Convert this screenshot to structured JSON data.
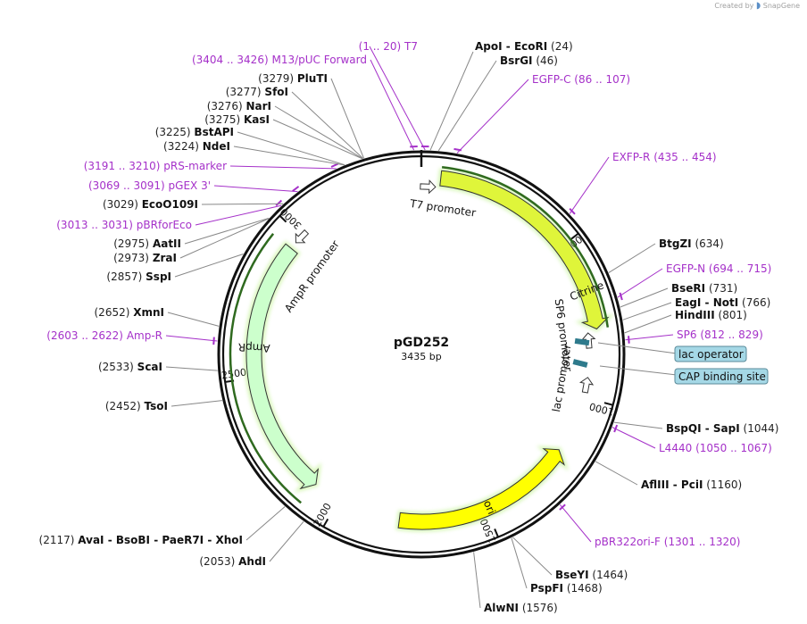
{
  "attribution": {
    "prefix": "Created by",
    "brand": "SnapGene"
  },
  "plasmid": {
    "name": "pGD252",
    "length_label": "3435 bp",
    "length": 3435
  },
  "ticks": [
    {
      "pos": 500,
      "label": "500"
    },
    {
      "pos": 1000,
      "label": "1000"
    },
    {
      "pos": 1500,
      "label": "1500"
    },
    {
      "pos": 2000,
      "label": "2000"
    },
    {
      "pos": 2500,
      "label": "2500"
    },
    {
      "pos": 3000,
      "label": "3000"
    }
  ],
  "features": [
    {
      "name": "Citrine",
      "start": 60,
      "end": 780,
      "dir": "cw",
      "color": "#dff53a",
      "label_pos": 660,
      "track": 0
    },
    {
      "name": "ori",
      "start": 1190,
      "end": 1790,
      "dir": "ccw",
      "color": "#ffff00",
      "label_pos": 1490,
      "track": 1
    },
    {
      "name": "AmpR",
      "start": 2090,
      "end": 2950,
      "dir": "ccw",
      "color": "#ccffcc",
      "label_pos": 2600,
      "track": 1
    }
  ],
  "promoters": [
    {
      "name": "T7 promoter",
      "pos": 20,
      "dir": "cw"
    },
    {
      "name": "SP6 promoter",
      "pos": 815,
      "dir": "ccw"
    },
    {
      "name": "lac promoter",
      "pos": 960,
      "dir": "ccw"
    },
    {
      "name": "AmpR promoter",
      "pos": 3000,
      "dir": "ccw"
    }
  ],
  "boxed_labels": [
    {
      "name": "lac operator"
    },
    {
      "name": "CAP binding site"
    }
  ],
  "sites": [
    {
      "type": "enzyme",
      "names": [
        "ApoI",
        "EcoRI"
      ],
      "pos": "(24)",
      "bp": 24
    },
    {
      "type": "enzyme",
      "names": [
        "BsrGI"
      ],
      "pos": "(46)",
      "bp": 46
    },
    {
      "type": "primer",
      "names": [
        "EGFP-C"
      ],
      "pos": "(86 .. 107)",
      "bp": 96
    },
    {
      "type": "primer",
      "names": [
        "EXFP-R"
      ],
      "pos": "(435 .. 454)",
      "bp": 444
    },
    {
      "type": "enzyme",
      "names": [
        "BtgZI"
      ],
      "pos": "(634)",
      "bp": 634
    },
    {
      "type": "primer",
      "names": [
        "EGFP-N"
      ],
      "pos": "(694 .. 715)",
      "bp": 704
    },
    {
      "type": "enzyme",
      "names": [
        "BseRI"
      ],
      "pos": "(731)",
      "bp": 731
    },
    {
      "type": "enzyme",
      "names": [
        "EagI",
        "NotI"
      ],
      "pos": "(766)",
      "bp": 766
    },
    {
      "type": "enzyme",
      "names": [
        "HindIII"
      ],
      "pos": "(801)",
      "bp": 801
    },
    {
      "type": "primer",
      "names": [
        "SP6"
      ],
      "pos": "(812 .. 829)",
      "bp": 820
    },
    {
      "type": "enzyme",
      "names": [
        "BspQI",
        "SapI"
      ],
      "pos": "(1044)",
      "bp": 1044
    },
    {
      "type": "primer",
      "names": [
        "L4440"
      ],
      "pos": "(1050 .. 1067)",
      "bp": 1058
    },
    {
      "type": "enzyme",
      "names": [
        "AflIII",
        "PciI"
      ],
      "pos": "(1160)",
      "bp": 1160
    },
    {
      "type": "primer",
      "names": [
        "pBR322ori-F"
      ],
      "pos": "(1301 .. 1320)",
      "bp": 1310
    },
    {
      "type": "enzyme",
      "names": [
        "BseYI"
      ],
      "pos": "(1464)",
      "bp": 1464
    },
    {
      "type": "enzyme",
      "names": [
        "PspFI"
      ],
      "pos": "(1468)",
      "bp": 1468
    },
    {
      "type": "enzyme",
      "names": [
        "AlwNI"
      ],
      "pos": "(1576)",
      "bp": 1576
    },
    {
      "type": "enzyme",
      "names": [
        "AhdI"
      ],
      "pos": "(2053)",
      "bp": 2053
    },
    {
      "type": "enzyme",
      "names": [
        "AvaI",
        "BsoBI",
        "PaeR7I",
        "XhoI"
      ],
      "pos": "(2117)",
      "bp": 2117
    },
    {
      "type": "enzyme",
      "names": [
        "TsoI"
      ],
      "pos": "(2452)",
      "bp": 2452
    },
    {
      "type": "enzyme",
      "names": [
        "ScaI"
      ],
      "pos": "(2533)",
      "bp": 2533
    },
    {
      "type": "primer",
      "names": [
        "Amp-R"
      ],
      "pos": "(2603 .. 2622)",
      "bp": 2612
    },
    {
      "type": "enzyme",
      "names": [
        "XmnI"
      ],
      "pos": "(2652)",
      "bp": 2652
    },
    {
      "type": "enzyme",
      "names": [
        "SspI"
      ],
      "pos": "(2857)",
      "bp": 2857
    },
    {
      "type": "enzyme",
      "names": [
        "ZraI"
      ],
      "pos": "(2973)",
      "bp": 2973
    },
    {
      "type": "enzyme",
      "names": [
        "AatII"
      ],
      "pos": "(2975)",
      "bp": 2975
    },
    {
      "type": "primer",
      "names": [
        "pBRforEco"
      ],
      "pos": "(3013 .. 3031)",
      "bp": 3022
    },
    {
      "type": "enzyme",
      "names": [
        "EcoO109I"
      ],
      "pos": "(3029)",
      "bp": 3029
    },
    {
      "type": "primer",
      "names": [
        "pGEX 3'"
      ],
      "pos": "(3069 .. 3091)",
      "bp": 3080
    },
    {
      "type": "primer",
      "names": [
        "pRS-marker"
      ],
      "pos": "(3191 .. 3210)",
      "bp": 3200
    },
    {
      "type": "enzyme",
      "names": [
        "NdeI"
      ],
      "pos": "(3224)",
      "bp": 3224
    },
    {
      "type": "enzyme",
      "names": [
        "BstAPI"
      ],
      "pos": "(3225)",
      "bp": 3225
    },
    {
      "type": "enzyme",
      "names": [
        "KasI"
      ],
      "pos": "(3275)",
      "bp": 3275
    },
    {
      "type": "enzyme",
      "names": [
        "NarI"
      ],
      "pos": "(3276)",
      "bp": 3276
    },
    {
      "type": "enzyme",
      "names": [
        "SfoI"
      ],
      "pos": "(3277)",
      "bp": 3277
    },
    {
      "type": "enzyme",
      "names": [
        "PluTI"
      ],
      "pos": "(3279)",
      "bp": 3279
    },
    {
      "type": "primer",
      "names": [
        "M13/pUC Forward"
      ],
      "pos": "(3404 .. 3426)",
      "bp": 3415
    },
    {
      "type": "primer",
      "names": [
        "T7"
      ],
      "pos": "(1 .. 20)",
      "bp": 10
    }
  ],
  "colors": {
    "primer": "#a531c9",
    "backbone": "#111111",
    "boxed_fill": "#a5d8e6"
  }
}
